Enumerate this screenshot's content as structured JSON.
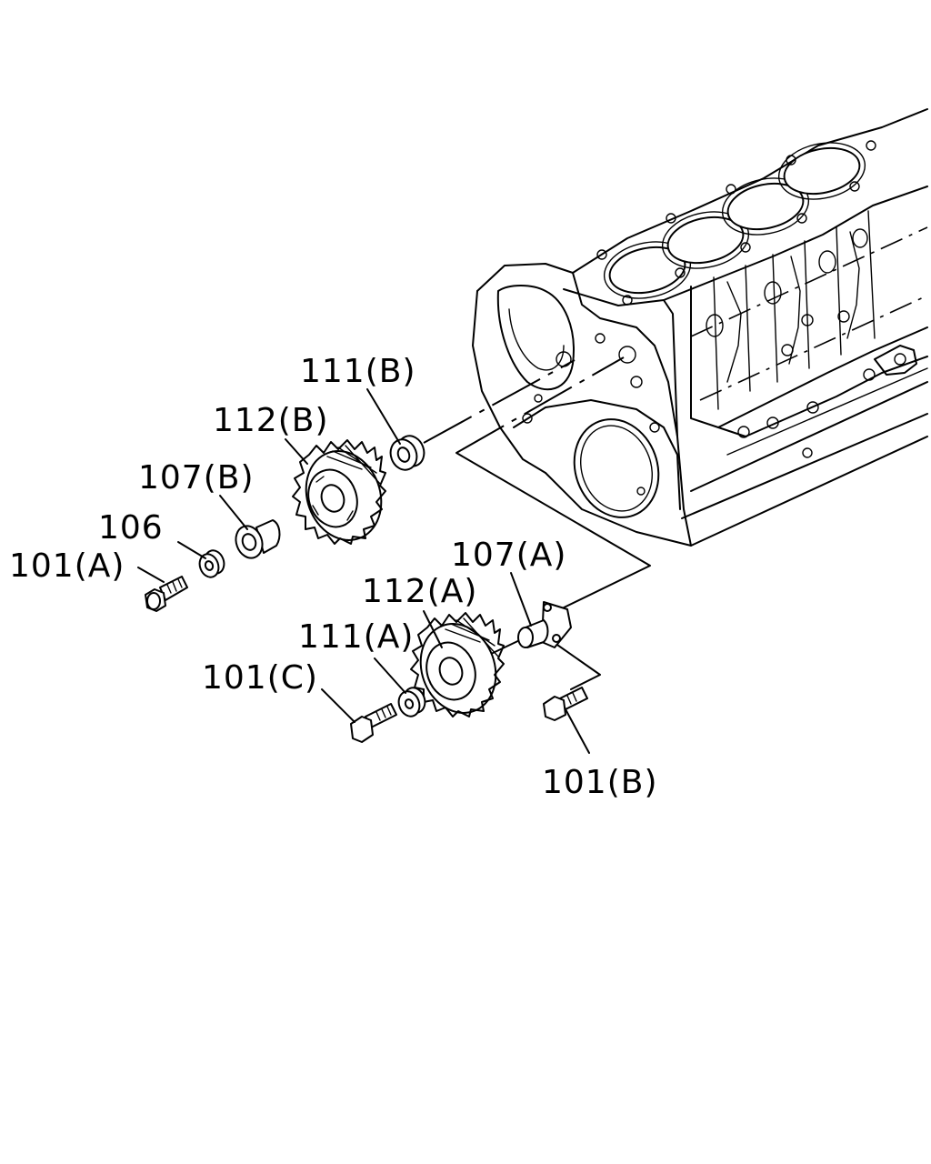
{
  "diagram": {
    "labels": {
      "p111b": "111(B)",
      "p112b": "112(B)",
      "p107b": "107(B)",
      "p106": "106",
      "p101a": "101(A)",
      "p107a": "107(A)",
      "p112a": "112(A)",
      "p111a": "111(A)",
      "p101c": "101(C)",
      "p101b": "101(B)"
    }
  }
}
